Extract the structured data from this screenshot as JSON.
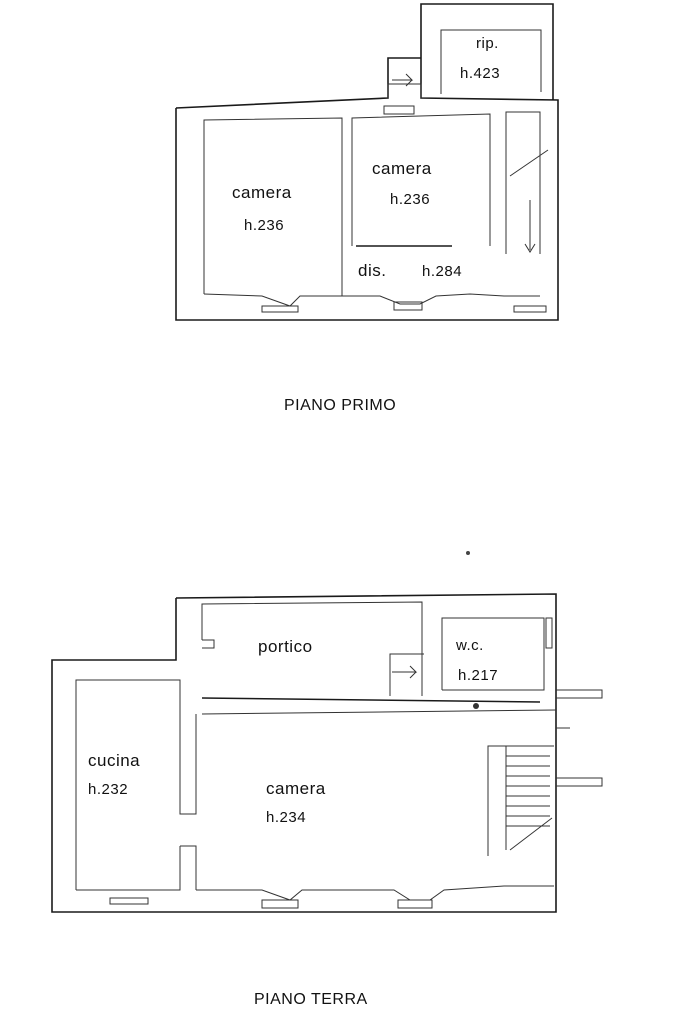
{
  "piano_primo": {
    "title": "PIANO PRIMO",
    "rip": {
      "name": "rip.",
      "h": "h.423"
    },
    "camera_left": {
      "name": "camera",
      "h": "h.236"
    },
    "camera_center": {
      "name": "camera",
      "h": "h.236"
    },
    "dis": {
      "name": "dis.",
      "h": "h.284"
    }
  },
  "piano_terra": {
    "title": "PIANO TERRA",
    "portico": {
      "name": "portico"
    },
    "wc": {
      "name": "w.c.",
      "h": "h.217"
    },
    "cucina": {
      "name": "cucina",
      "h": "h.232"
    },
    "camera": {
      "name": "camera",
      "h": "h.234"
    }
  }
}
